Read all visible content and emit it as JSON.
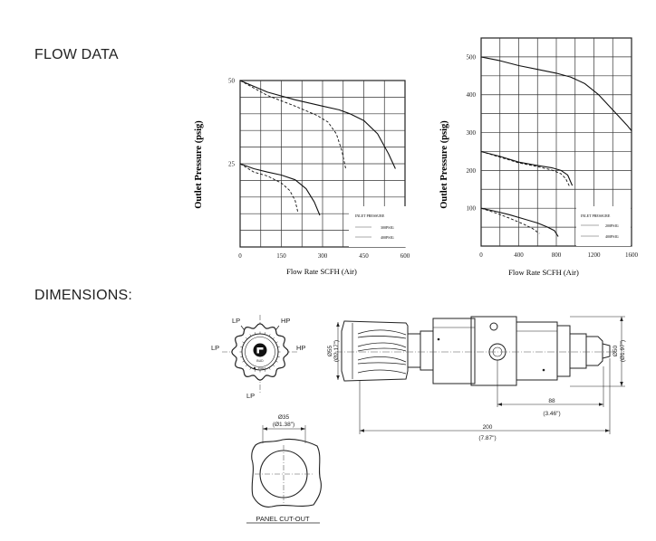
{
  "headings": {
    "flow_data": "FLOW DATA",
    "dimensions": "DIMENSIONS:"
  },
  "chart_data": [
    {
      "type": "line",
      "ylabel": "Outlet Pressure (psig)",
      "xlabel": "Flow Rate SCFH  (Air)",
      "xlim": [
        0,
        600
      ],
      "ylim": [
        0,
        50
      ],
      "x_ticks": [
        "0",
        "150",
        "300",
        "450",
        "600"
      ],
      "y_ticks": [
        "25",
        "50"
      ],
      "grid": true,
      "legend": {
        "title": "INLET PRESSURE",
        "entries": [
          "300PSIG",
          "400PSIG"
        ],
        "placement": "lower-right"
      },
      "series": [
        {
          "name": "400PSIG",
          "style": "solid",
          "x": [
            0,
            100,
            200,
            300,
            360,
            400,
            450,
            500,
            540,
            565
          ],
          "y": [
            50,
            46.5,
            44.2,
            42.3,
            41.2,
            40,
            38,
            34,
            28,
            23.5
          ]
        },
        {
          "name": "300PSIG",
          "style": "dashed",
          "x": [
            0,
            100,
            200,
            280,
            320,
            350,
            370,
            385
          ],
          "y": [
            50,
            45.5,
            42.3,
            39.5,
            37.5,
            34,
            29,
            23.2
          ]
        },
        {
          "name": "400PSIG",
          "style": "solid",
          "x": [
            0,
            50,
            100,
            150,
            200,
            240,
            270,
            290
          ],
          "y": [
            25,
            23.5,
            22.5,
            21.6,
            20.2,
            17.5,
            13.5,
            9.5
          ]
        },
        {
          "name": "300PSIG",
          "style": "dashed",
          "x": [
            0,
            50,
            100,
            150,
            180,
            200,
            210
          ],
          "y": [
            25,
            22.5,
            21.3,
            19.2,
            17,
            14,
            10.5
          ]
        }
      ]
    },
    {
      "type": "line",
      "ylabel": "Outlet Pressure (psig)",
      "xlabel": "Flow Rate SCFH  (Air)",
      "xlim": [
        0,
        1600
      ],
      "ylim": [
        0,
        550
      ],
      "x_ticks": [
        "0",
        "400",
        "800",
        "1200",
        "1600"
      ],
      "y_ticks": [
        "100",
        "200",
        "300",
        "400",
        "500"
      ],
      "grid": true,
      "legend": {
        "title": "INLET PRESSURE",
        "entries": [
          "200PSIG",
          "400PSIG"
        ],
        "placement": "lower-right"
      },
      "series": [
        {
          "name": "400PSIG",
          "style": "solid",
          "x": [
            0,
            200,
            400,
            600,
            800,
            950,
            1100,
            1250,
            1400,
            1550,
            1600
          ],
          "y": [
            500,
            490,
            477,
            467,
            457,
            447,
            430,
            400,
            360,
            320,
            305
          ]
        },
        {
          "name": "400PSIG",
          "style": "solid",
          "x": [
            0,
            200,
            400,
            600,
            750,
            850,
            920,
            970
          ],
          "y": [
            250,
            237,
            222,
            213,
            207,
            200,
            188,
            160
          ]
        },
        {
          "name": "200PSIG",
          "style": "dashed",
          "x": [
            0,
            200,
            400,
            600,
            750,
            850,
            900,
            940
          ],
          "y": [
            250,
            235,
            220,
            210,
            201,
            191,
            178,
            158
          ]
        },
        {
          "name": "400PSIG",
          "style": "solid",
          "x": [
            0,
            150,
            300,
            450,
            600,
            700,
            780,
            820
          ],
          "y": [
            100,
            92,
            83,
            72,
            61,
            51,
            41,
            25
          ]
        },
        {
          "name": "200PSIG",
          "style": "dashed",
          "x": [
            0,
            150,
            300,
            450,
            550,
            620
          ],
          "y": [
            100,
            88,
            74,
            58,
            46,
            33
          ]
        }
      ]
    }
  ],
  "dimensions": {
    "knob_labels": {
      "lp_top": "LP",
      "hp_top": "HP",
      "lp_left": "LP",
      "hp_right": "HP",
      "lp_bottom": "LP"
    },
    "knob_face_text": {
      "brand": "BUD",
      "inlet": "INLET"
    },
    "panel_cutout": {
      "dia_mm": "Ø35",
      "dia_in": "(Ø1.38\")",
      "label": "PANEL CUT-OUT"
    },
    "side_view": {
      "knob_dia_mm": "Ø55",
      "knob_dia_in": "(Ø2.17\")",
      "end_dia_mm": "Ø50",
      "end_dia_in": "(Ø1.97\")",
      "len88_mm": "88",
      "len88_in": "(3.46\")",
      "len200_mm": "200",
      "len200_in": "(7.87\")"
    }
  }
}
